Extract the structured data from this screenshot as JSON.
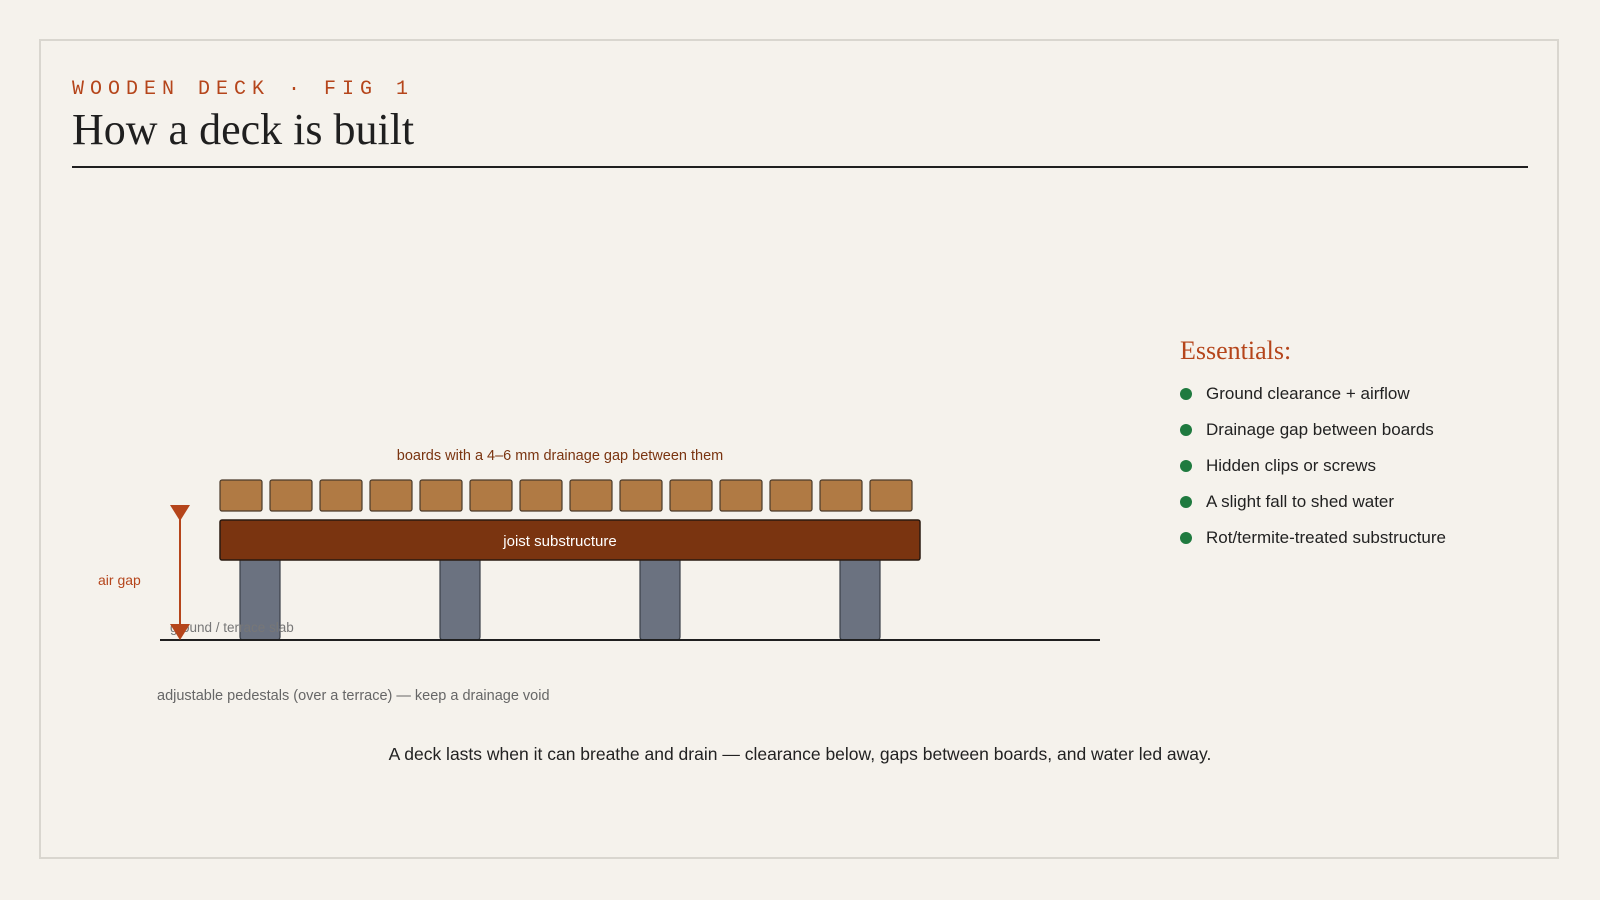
{
  "header": {
    "kicker": "WOODEN DECK · FIG 1",
    "title": "How a deck is built"
  },
  "diagram": {
    "board_count": 14,
    "pedestal_count": 4,
    "boards_label": "boards with a 4–6 mm drainage gap between them",
    "joist_label": "joist substructure",
    "air_gap_label": "air gap",
    "ground_label": "ground / terrace slab",
    "pedestals_label": "adjustable pedestals (over a terrace) — keep a drainage void",
    "colors": {
      "board": "#b07a44",
      "joist": "#7a3410",
      "pedestal": "#6b7280",
      "accent": "#b5451b",
      "ground": "#1f1f1f"
    }
  },
  "essentials": {
    "title": "Essentials:",
    "bullet_color": "#1f7a3f",
    "items": [
      "Ground clearance + airflow",
      "Drainage gap between boards",
      "Hidden clips or screws",
      "A slight fall to shed water",
      "Rot/termite-treated substructure"
    ]
  },
  "caption": "A deck lasts when it can breathe and drain — clearance below, gaps between boards, and water led away."
}
